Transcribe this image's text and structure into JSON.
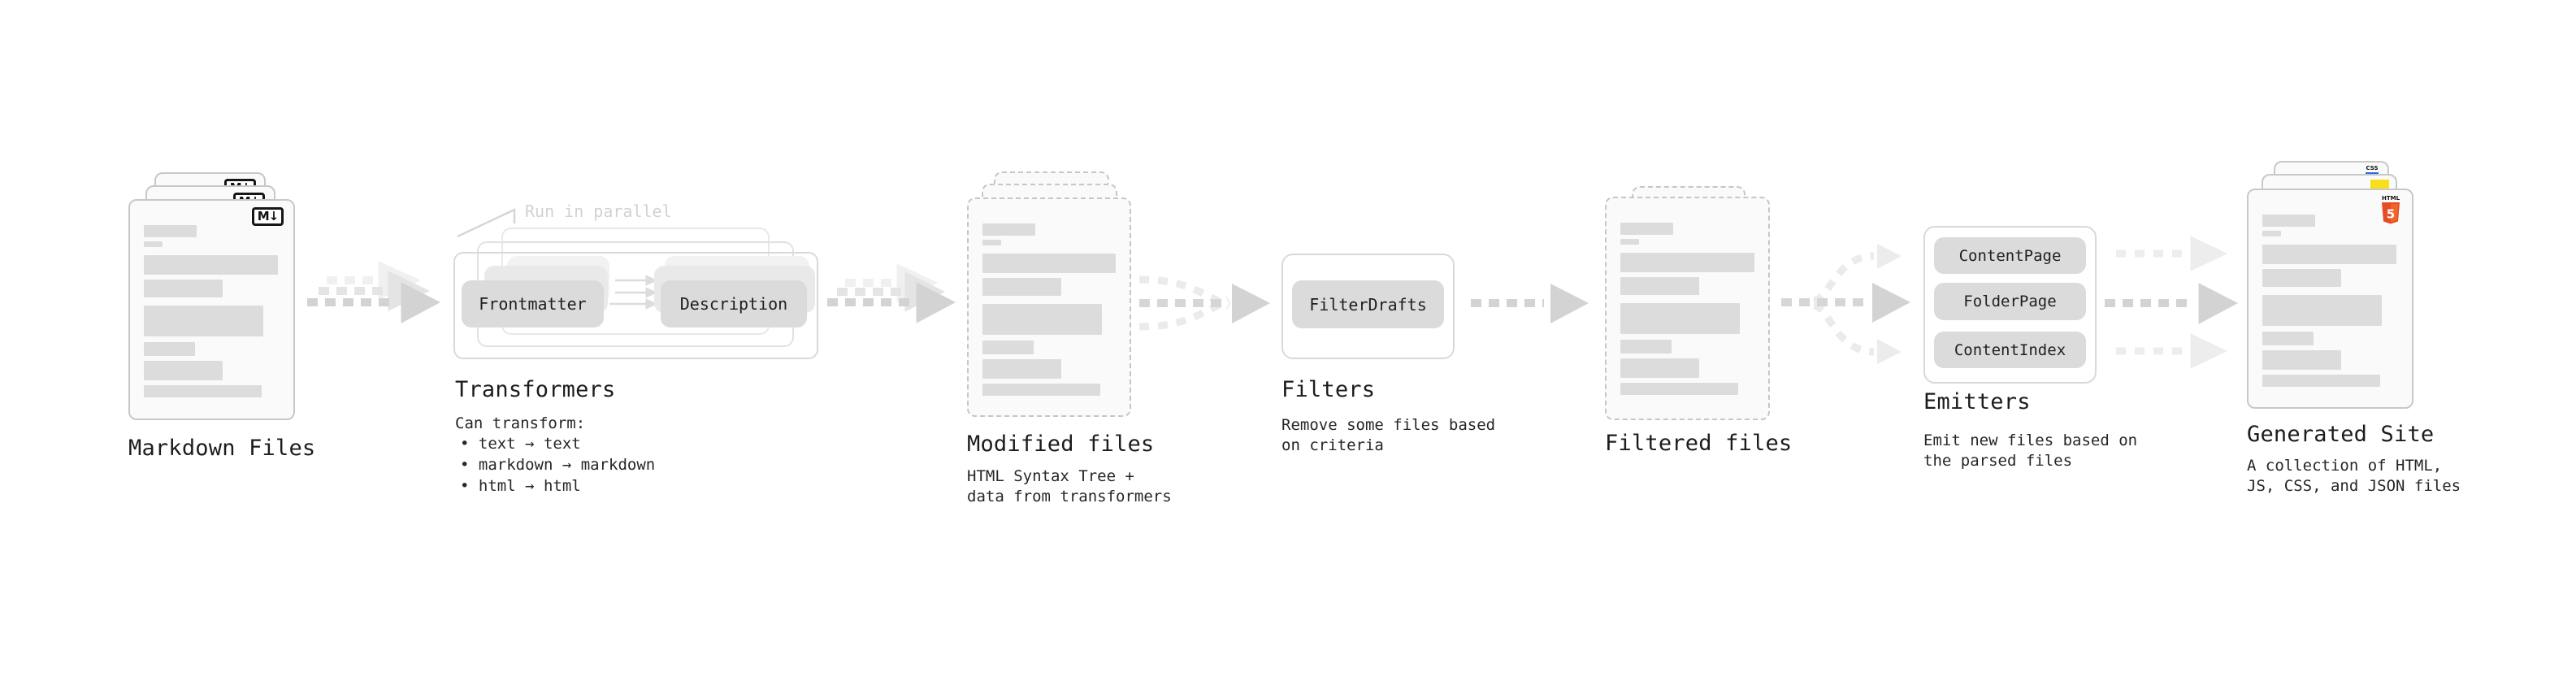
{
  "markdown": {
    "label": "Markdown Files",
    "file_icon": "M↓"
  },
  "transformers": {
    "heading": "Transformers",
    "annotation": "Run in parallel",
    "chips": [
      "Frontmatter",
      "Description"
    ],
    "note_title": "Can transform:",
    "bullets": [
      "• text → text",
      "• markdown → markdown",
      "• html → html"
    ]
  },
  "modified": {
    "label": "Modified files",
    "note": "HTML Syntax Tree +\ndata from transformers"
  },
  "filters": {
    "heading": "Filters",
    "chips": [
      "FilterDrafts"
    ],
    "note": "Remove some files based\non criteria"
  },
  "filtered": {
    "label": "Filtered files"
  },
  "emitters": {
    "heading": "Emitters",
    "chips": [
      "ContentPage",
      "FolderPage",
      "ContentIndex"
    ],
    "note": "Emit new files based on\nthe parsed files"
  },
  "generated": {
    "label": "Generated Site",
    "note": "A collection of HTML,\nJS, CSS, and JSON files",
    "badges": {
      "css_label": "CSS",
      "html_label": "HTML",
      "html_number": "5"
    }
  },
  "colors": {
    "html5_orange": "#e44d26",
    "html5_orange_light": "#f16529",
    "js_yellow": "#f7df1e",
    "css_blue": "#2f6be0",
    "arrow_gray": "#d3d3d3",
    "arrow_gray_light": "#ececec"
  }
}
